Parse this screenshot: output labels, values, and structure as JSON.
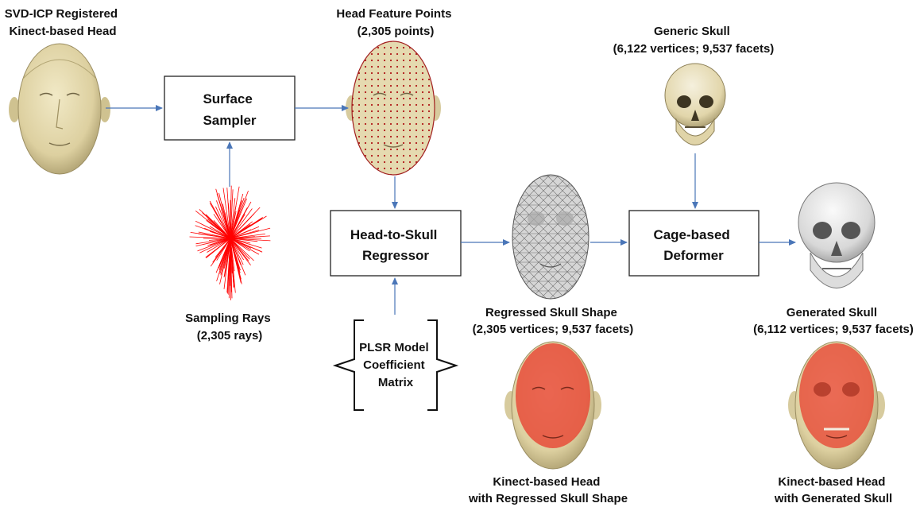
{
  "colors": {
    "arrow": "#4a76b8",
    "skin": "#e2d6a6",
    "skin_dark": "#b9ab7a",
    "bone": "#e9dfb8",
    "mesh": "#d9d9d9",
    "overlay": "#e8402f",
    "rays": "#ff0000",
    "points": "#b01818"
  },
  "labels": {
    "registered_head": [
      "SVD-ICP Registered",
      "Kinect-based Head"
    ],
    "feature_points": [
      "Head Feature Points",
      "(2,305 points)"
    ],
    "generic_skull": [
      "Generic Skull",
      "(6,122 vertices; 9,537 facets)"
    ],
    "sampling_rays": [
      "Sampling Rays",
      "(2,305 rays)"
    ],
    "regressed_skull": [
      "Regressed Skull Shape",
      "(2,305 vertices; 9,537 facets)"
    ],
    "generated_skull": [
      "Generated Skull",
      "(6,112 vertices; 9,537 facets)"
    ],
    "head_with_regressed": [
      "Kinect-based Head",
      "with Regressed Skull Shape"
    ],
    "head_with_generated": [
      "Kinect-based Head",
      "with Generated Skull"
    ]
  },
  "boxes": {
    "surface_sampler": [
      "Surface",
      "Sampler"
    ],
    "head_to_skull": [
      "Head-to-Skull",
      "Regressor"
    ],
    "cage_deformer": [
      "Cage-based",
      "Deformer"
    ]
  },
  "plsr": [
    "PLSR Model",
    "Coefficient",
    "Matrix"
  ],
  "icons": [
    "head-mesh",
    "ray-bundle",
    "feature-point-head",
    "skull-wireframe",
    "generic-skull",
    "generated-skull",
    "overlay-head"
  ]
}
